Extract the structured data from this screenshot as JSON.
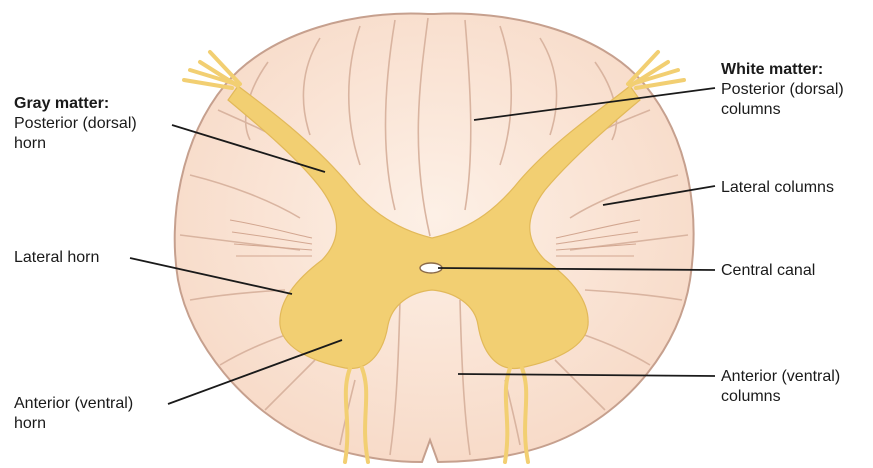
{
  "labels": {
    "gray_matter_heading": "Gray matter:",
    "posterior_horn": [
      "Posterior (dorsal)",
      "horn"
    ],
    "lateral_horn": "Lateral horn",
    "anterior_horn": [
      "Anterior (ventral)",
      "horn"
    ],
    "white_matter_heading": "White matter:",
    "posterior_columns": [
      "Posterior (dorsal)",
      "columns"
    ],
    "lateral_columns": "Lateral columns",
    "central_canal": "Central canal",
    "anterior_columns": [
      "Anterior (ventral)",
      "columns"
    ]
  },
  "colors": {
    "white_matter_fill": "#fbe3d4",
    "white_matter_outline": "#c6a08e",
    "gray_matter_fill": "#f2cf72",
    "nerve_root_fill": "#f5d57a",
    "leader_line": "#1a1a1a"
  }
}
